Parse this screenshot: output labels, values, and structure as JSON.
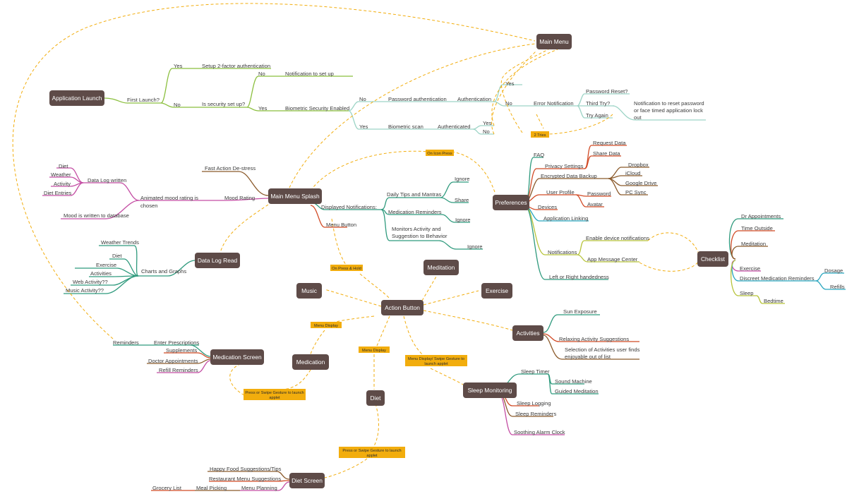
{
  "colors": {
    "node_fill": "#5e4b48",
    "tag_fill": "#f2ad0d",
    "connector": "#f2ad0d",
    "branch_green": "#8bbf3e",
    "branch_teal": "#2f9a7d",
    "branch_mint": "#9dd4c6",
    "branch_brown": "#8b5a2b",
    "branch_red": "#d14a25",
    "branch_pink": "#c44ea4",
    "branch_blue": "#2aa6bf",
    "branch_olive": "#b6c33a"
  },
  "nodes": {
    "app_launch": "Application Launch",
    "main_menu": "Main Menu",
    "main_menu_splash": "Main Menu Splash",
    "preferences": "Preferences",
    "checklist": "Checklist",
    "data_log_read": "Data Log Read",
    "meditation": "Meditation",
    "music": "Music",
    "exercise": "Exercise",
    "action_button": "Action Button",
    "activities": "Activities",
    "medication_screen": "Medication Screen",
    "medication": "Medication",
    "diet": "Diet",
    "sleep_monitoring": "Sleep Monitoring",
    "diet_screen": "Diet Screen"
  },
  "tags": {
    "on_icon_press": "On Icon Press",
    "on_press_hold": "On Press & Hold",
    "two_tries": "2 Tries",
    "menu_display_1": "Menu Display",
    "menu_display_2": "Menu Display",
    "menu_display_swipe_1": "Menu Display/ Swipe Gesture to",
    "menu_display_swipe_2": "launch applet",
    "press_swipe_med_1": "Press or Swipe Gesture to launch",
    "press_swipe_med_2": "applet",
    "press_swipe_diet_1": "Press or Swipe Gesture to launch",
    "press_swipe_diet_2": "applet"
  },
  "labels": {
    "yes_launch": "Yes",
    "setup_2fa": "Setup 2-factor authentication",
    "first_launch": "First Launch?",
    "no_launch": "No",
    "security_setup": "Is security set up?",
    "no_security": "No",
    "notification_setup": "Notification to set up",
    "yes_security": "Yes",
    "biometric_enabled": "Biometric Security Enabled",
    "no_bio": "No",
    "password_auth": "Password authentication",
    "authentication": "Authentication",
    "yes_auth": "Yes",
    "no_auth": "No",
    "error_notification": "Error Notification",
    "password_reset": "Password Reset?",
    "third_try": "Third Try?",
    "try_again": "Try Again",
    "notify_reset_1": "Notification to reset password",
    "notify_reset_2": "or face timed application lock",
    "notify_reset_3": "out",
    "yes_bio": "Yes",
    "biometric_scan": "Biometric scan",
    "authenticated": "Authenticated",
    "yes_final": "Yes",
    "no_final": "No",
    "fast_action": "Fast Action De-stress",
    "mood_rating": "Mood Rating",
    "animated_mood_1": "Animated mood rating is",
    "animated_mood_2": "chosen",
    "data_log_written": "Data Log written",
    "diet_dl": "Diet",
    "weather_dl": "Weather",
    "activity_dl": "Activity",
    "diet_entries": "Diet Entries",
    "mood_db": "Mood is written to database",
    "displayed_notifications": "Displayed Notifications:",
    "daily_tips": "Daily Tips and Mantras",
    "ignore_1": "Ignore",
    "share": "Share",
    "med_reminders": "Medication Reminders",
    "ignore_2": "Ignore",
    "monitors_1": "Monitors Activity and",
    "monitors_2": "Suggestion to Behavior",
    "ignore_3": "Ignore",
    "menu_button": "Menu Button",
    "faq": "FAQ",
    "privacy": "Privacy Settings",
    "request_data": "Request Data",
    "share_data": "Share Data",
    "encrypted_backup": "Encrypted Data Backup",
    "dropbox": "Dropbox",
    "icloud": "iCloud",
    "google_drive": "Google Drive",
    "pc_sync": "PC Sync",
    "user_profile": "User Profile",
    "password": "Password",
    "avatar": "Avatar",
    "devices": "Devices",
    "app_linking": "Application Linking",
    "enable_notifications": "Enable device notifications",
    "notifications": "Notifications",
    "app_message_center": "App Message Center",
    "handedness": "Left or Right handedness",
    "dr_appointments": "Dr Appointments",
    "time_outside": "Time Outside",
    "meditation_cl": "Meditation",
    "exercise_cl": "Exercise",
    "discreet_med": "Discreet Medication Reminders",
    "dosage": "Dosage",
    "refills": "Refills",
    "sleep_cl": "Sleep",
    "bedtime": "Bedtime",
    "weather_trends": "Weather Trends",
    "diet_ch": "Diet",
    "exercise_ch": "Exercise",
    "activities_ch": "Activities",
    "charts_graphs": "Charts and Graphs",
    "web_activity": "Web Activity??",
    "music_activity": "Music Activity??",
    "sun_exposure": "Sun Exposure",
    "relaxing": "Relaxing Activity Suggestions",
    "selection_1": "Selection of Activities user finds",
    "selection_2": "enjoyable out of list",
    "reminders": "Reminders",
    "enter_prescriptions": "Enter Prescriptions",
    "supplements": "Supplements",
    "doctor_appointments": "Doctor Appointments",
    "refill_reminders": "Refill Reminders",
    "sleep_timer": "Sleep Timer",
    "sound_machine": "Sound Machine",
    "guided_meditation": "Guided Meditation",
    "sleep_logging": "Sleep Logging",
    "sleep_reminders": "Sleep Reminders",
    "soothing_alarm": "Soothing Alarm Clock",
    "happy_food": "Happy Food Suggestions/Tips",
    "restaurant_menu": "Restaurant Menu Suggestions",
    "grocery_list": "Grocery List",
    "meal_picking": "Meal Picking",
    "menu_planning": "Menu Planning"
  }
}
